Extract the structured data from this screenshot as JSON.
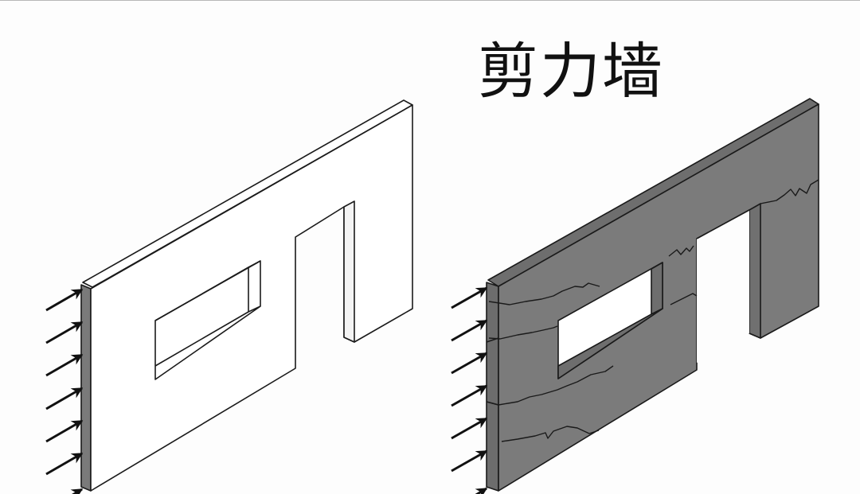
{
  "title": "剪力墙",
  "colors": {
    "background": "#fdfdfd",
    "plain_wall_face": "#ffffff",
    "plain_wall_edge": "#7a7a7a",
    "cracked_wall_face": "#7b7b7b",
    "cracked_wall_side": "#6e6e6e",
    "outline": "#1a1a1a",
    "arrow": "#111111"
  },
  "diagrams": [
    {
      "name": "uncracked-shear-wall",
      "description": "Isometric shear wall with a window and a door opening, lateral load arrows on left edge",
      "arrow_count": 7
    },
    {
      "name": "cracked-shear-wall",
      "description": "Same shear wall shaded gray showing horizontal cracks under lateral load",
      "arrow_count": 7
    }
  ]
}
